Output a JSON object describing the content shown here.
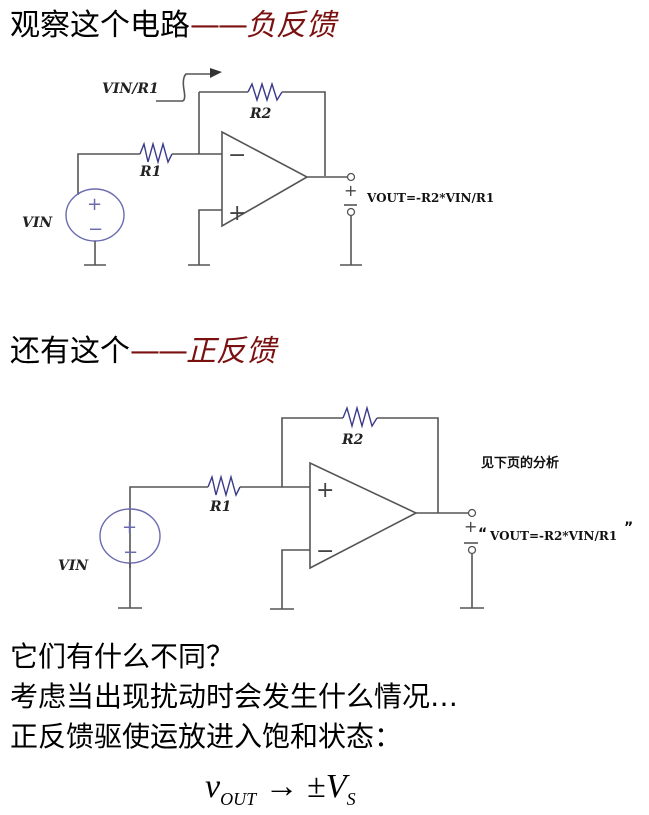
{
  "slide": {
    "heading1": {
      "prefix": "观察这个电路",
      "dash": "——",
      "accent": "负反馈"
    },
    "heading2": {
      "prefix": "还有这个",
      "dash": "——",
      "accent": "正反馈"
    },
    "accent_color": "#7a1010",
    "lines": [
      "它们有什么不同？",
      "考虑当出现扰动时会发生什么情况…",
      "正反馈驱使运放进入饱和状态："
    ],
    "formula": {
      "var": "v",
      "sub": "OUT",
      "arrow": "→",
      "rhs_pm": "±",
      "rhs_var": "V",
      "rhs_sub": "S"
    }
  },
  "circuit1": {
    "type": "negative-feedback",
    "current_label": "VIN/R1",
    "r1_label": "R1",
    "r2_label": "R2",
    "source_label": "VIN",
    "inverting_sign": "−",
    "noninverting_sign": "+",
    "output_plus": "+",
    "output_minus": "−",
    "output_formula": "VOUT=-R2*VIN/R1"
  },
  "circuit2": {
    "type": "positive-feedback",
    "r1_label": "R1",
    "r2_label": "R2",
    "source_label": "VIN",
    "top_input_sign": "+",
    "bottom_input_sign": "−",
    "output_plus": "+",
    "output_minus": "−",
    "output_formula": "VOUT=-R2*VIN/R1",
    "note": "见下页的分析"
  }
}
